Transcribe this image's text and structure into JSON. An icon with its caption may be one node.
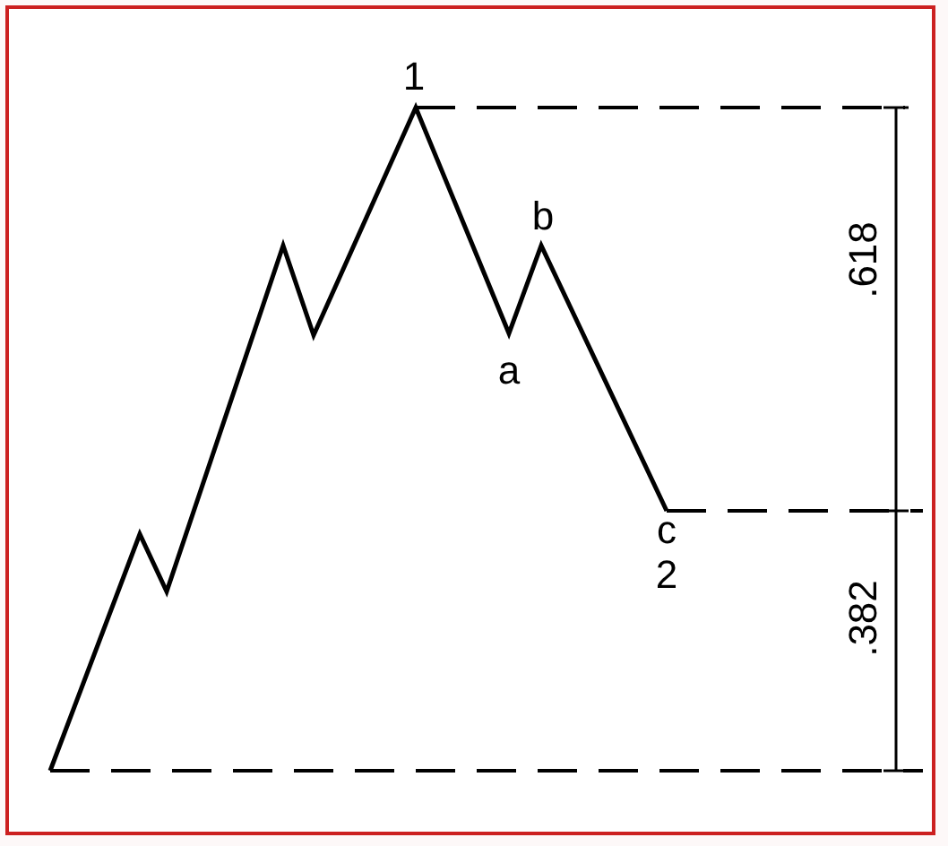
{
  "diagram": {
    "labels": [
      "1",
      "b",
      "a",
      "c",
      "2",
      ".618",
      ".382"
    ]
  }
}
